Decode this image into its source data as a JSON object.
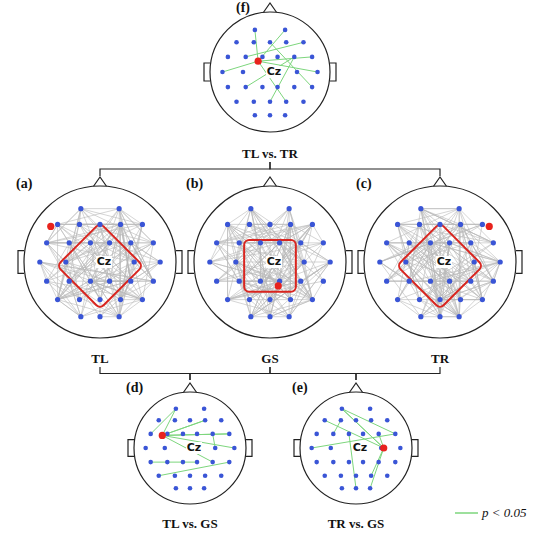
{
  "diagram": {
    "nodes": [
      {
        "text": [
          "(f)",
          "Cz",
          "TL vs. TR"
        ]
      },
      {
        "text": [
          "(a)",
          "Cz",
          "TL"
        ]
      },
      {
        "text": [
          "(b)",
          "Cz",
          "GS"
        ]
      },
      {
        "text": [
          "(c)",
          "Cz",
          "TR"
        ]
      },
      {
        "text": [
          "(d)",
          "Cz",
          "TL vs. GS"
        ]
      },
      {
        "text": [
          "(e)",
          "Cz",
          "TR vs. GS"
        ]
      }
    ],
    "edges": [
      {
        "from": 0,
        "to": 1,
        "arrow": "none"
      },
      {
        "from": 0,
        "to": 3,
        "arrow": "none"
      },
      {
        "from": 1,
        "to": 4,
        "arrow": "none"
      },
      {
        "from": 2,
        "to": 4,
        "arrow": "none"
      },
      {
        "from": 2,
        "to": 5,
        "arrow": "none"
      },
      {
        "from": 3,
        "to": 5,
        "arrow": "none"
      }
    ],
    "legend": [
      {
        "text": "p < 0.05"
      }
    ]
  }
}
